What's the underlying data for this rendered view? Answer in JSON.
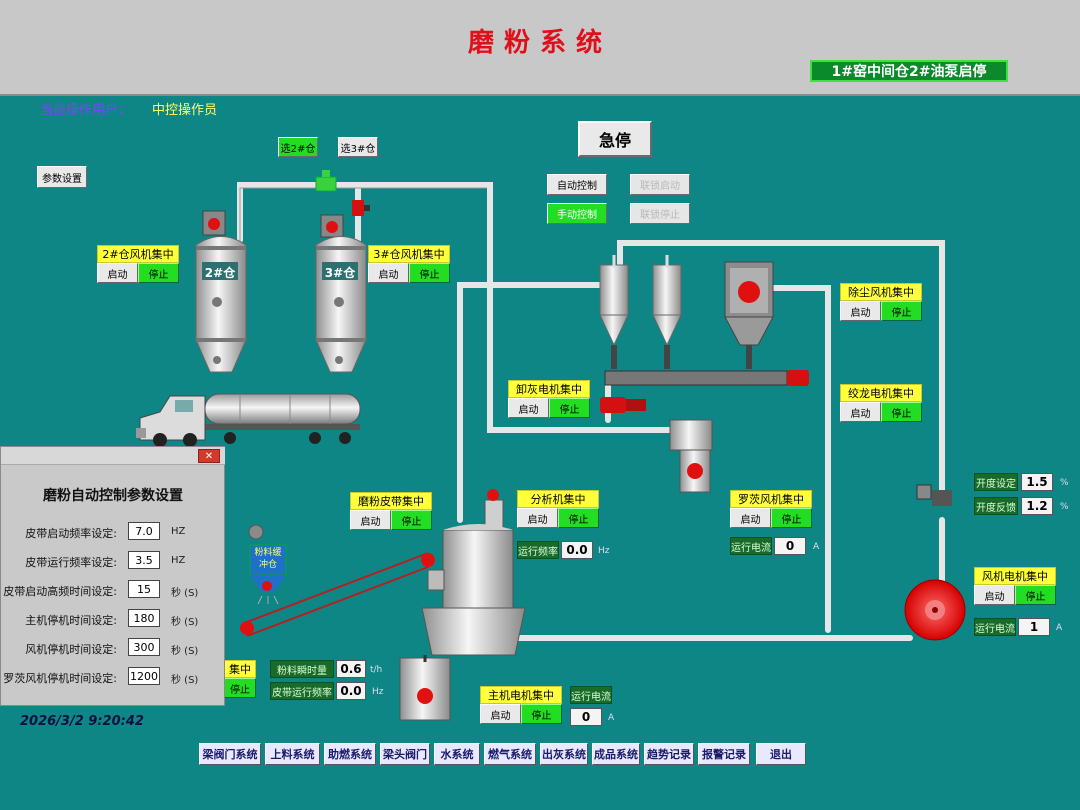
{
  "header": {
    "title": "磨粉系统",
    "status": "1#窑中间仓2#油泵启停"
  },
  "operator": {
    "label": "当前操作用户：",
    "name": "中控操作员"
  },
  "buttons": {
    "select_bin2": "选2#仓",
    "select_bin3": "选3#仓",
    "param_settings": "参数设置",
    "estop": "急停",
    "auto_control": "自动控制",
    "manual_control": "手动控制",
    "linkage_start": "联锁启动",
    "linkage_stop": "联锁停止"
  },
  "silos": {
    "bin2": "2#仓",
    "bin3": "3#仓",
    "buffer_bin": "粉料缓冲仓"
  },
  "equipment": [
    {
      "name": "2#仓风机集中",
      "start": "启动",
      "stop": "停止"
    },
    {
      "name": "3#仓风机集中",
      "start": "启动",
      "stop": "停止"
    },
    {
      "name": "卸灰电机集中",
      "start": "启动",
      "stop": "停止"
    },
    {
      "name": "除尘风机集中",
      "start": "启动",
      "stop": "停止"
    },
    {
      "name": "绞龙电机集中",
      "start": "启动",
      "stop": "停止"
    },
    {
      "name": "磨粉皮带集中",
      "start": "启动",
      "stop": "停止"
    },
    {
      "name": "分析机集中",
      "start": "启动",
      "stop": "停止"
    },
    {
      "name": "罗茨风机集中",
      "start": "启动",
      "stop": "停止"
    },
    {
      "name": "风机电机集中",
      "start": "启动",
      "stop": "停止"
    },
    {
      "name": "主机电机集中",
      "start": "启动",
      "stop": "停止"
    },
    {
      "name": "集中",
      "start": "",
      "stop": "停止"
    }
  ],
  "readings": {
    "analyzer_freq": {
      "label": "运行频率",
      "value": "0.0",
      "unit": "Hz"
    },
    "roots_current": {
      "label": "运行电流",
      "value": "0",
      "unit": "A"
    },
    "fan_current": {
      "label": "运行电流",
      "value": "1",
      "unit": "A"
    },
    "main_current": {
      "label": "运行电流",
      "value": "0",
      "unit": "A"
    },
    "powder_rate": {
      "label": "粉料瞬时量",
      "value": "0.6",
      "unit": "t/h"
    },
    "belt_freq": {
      "label": "皮带运行频率",
      "value": "0.0",
      "unit": "Hz"
    },
    "opening_set": {
      "label": "开度设定",
      "value": "1.5",
      "unit": "%"
    },
    "opening_fb": {
      "label": "开度反馈",
      "value": "1.2",
      "unit": "%"
    }
  },
  "panel": {
    "close": "✕",
    "title": "磨粉自动控制参数设置",
    "rows": [
      {
        "label": "皮带启动频率设定:",
        "value": "7.0",
        "unit": "HZ"
      },
      {
        "label": "皮带运行频率设定:",
        "value": "3.5",
        "unit": "HZ"
      },
      {
        "label": "皮带启动高频时间设定:",
        "value": "15",
        "unit": "秒 (S)"
      },
      {
        "label": "主机停机时间设定:",
        "value": "180",
        "unit": "秒 (S)"
      },
      {
        "label": "风机停机时间设定:",
        "value": "300",
        "unit": "秒 (S)"
      },
      {
        "label": "罗茨风机停机时间设定:",
        "value": "1200",
        "unit": "秒 (S)"
      }
    ]
  },
  "clock": "2026/3/2 9:20:42",
  "nav": [
    "梁阀门系统",
    "上料系统",
    "助燃系统",
    "梁头阀门",
    "水系统",
    "燃气系统",
    "出灰系统",
    "成品系统",
    "趋势记录",
    "报警记录",
    "退出"
  ],
  "colors": {
    "background": "#0f8686",
    "header": "#c8c8c8",
    "title": "#e0101a",
    "label": "#ffff3a",
    "stop": "#22dd22",
    "motor": "#e01010",
    "pipe": "#e8e8e8"
  }
}
